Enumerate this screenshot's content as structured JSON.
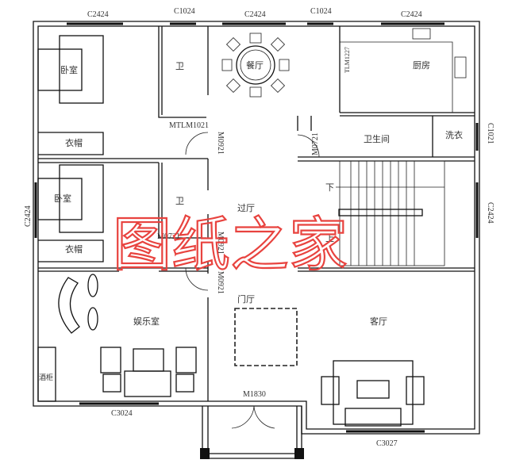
{
  "rooms": {
    "bedroom1": "卧室",
    "bedroom2": "卧室",
    "bath1": "卫",
    "bath2": "卫",
    "closet1": "衣帽",
    "closet2": "衣帽",
    "dining": "餐厅",
    "kitchen": "厨房",
    "restroom": "卫生间",
    "laundry": "洗衣",
    "hall": "过厅",
    "foyer": "门厅",
    "entertainment": "娱乐室",
    "living": "客厅",
    "wine_cabinet": "酒柜",
    "stair_down": "下",
    "stair_up": "上"
  },
  "windows": {
    "top1": "C2424",
    "top2": "C1024",
    "top3": "C2424",
    "top4": "C1024",
    "top5": "C2424",
    "right1": "C1021",
    "right2": "C2424",
    "left1": "C2424",
    "bottom1": "C3024",
    "bottom2": "C3027"
  },
  "doors": {
    "d1": "MTLM1021",
    "d2": "M0921",
    "d3": "M0721",
    "d4": "M0921",
    "d5": "M0921",
    "d6": "M0721",
    "d7": "TLM1227",
    "d8": "M1830"
  },
  "watermark": "图纸之家",
  "colors": {
    "watermark": "#e8433f",
    "walls": "#111111"
  }
}
